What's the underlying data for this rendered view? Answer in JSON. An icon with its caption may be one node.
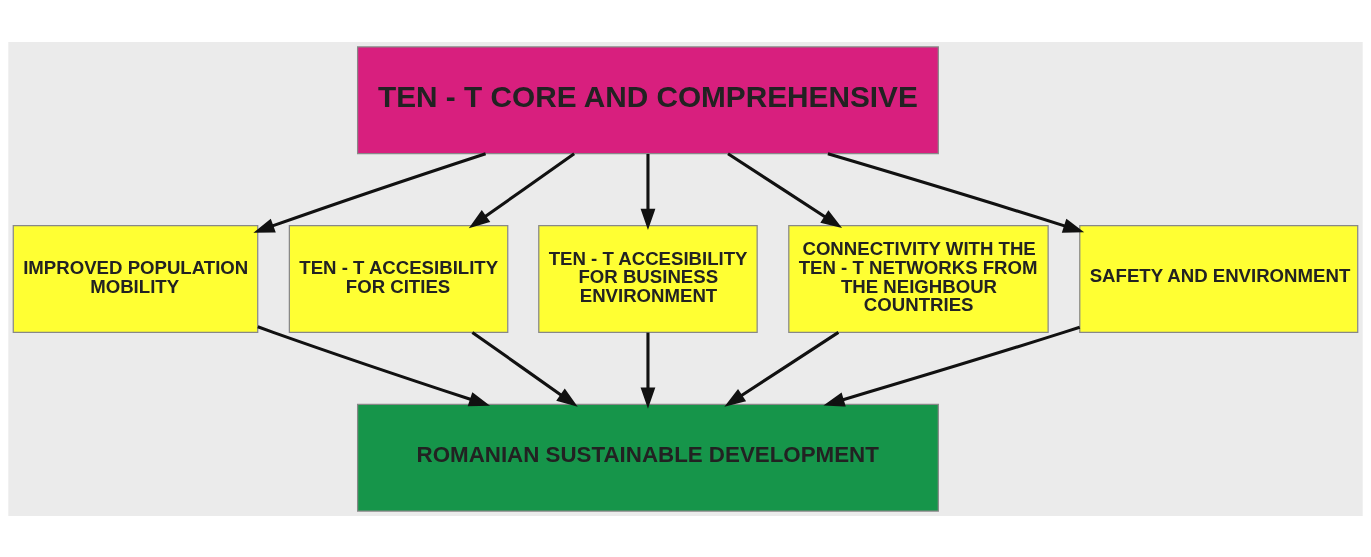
{
  "diagram": {
    "nodes": [
      {
        "text": [
          "TEN - T CORE AND COMPREHENSIVE"
        ]
      },
      {
        "text": [
          "IMPROVED POPULATION MOBILITY"
        ]
      },
      {
        "text": [
          "TEN - T ACCESIBILITY FOR CITIES"
        ]
      },
      {
        "text": [
          "TEN - T ACCESIBILITY FOR BUSINESS ENVIRONMENT"
        ]
      },
      {
        "text": [
          "CONNECTIVITY WITH THE TEN - T NETWORKS FROM THE NEIGHBOUR COUNTRIES"
        ]
      },
      {
        "text": [
          "SAFETY AND ENVIRONMENT"
        ]
      },
      {
        "text": [
          "ROMANIAN SUSTAINABLE DEVELOPMENT"
        ]
      }
    ],
    "edges": [
      {
        "from": 0,
        "to": 1,
        "arrow": "to"
      },
      {
        "from": 0,
        "to": 2,
        "arrow": "to"
      },
      {
        "from": 0,
        "to": 3,
        "arrow": "to"
      },
      {
        "from": 0,
        "to": 4,
        "arrow": "to"
      },
      {
        "from": 0,
        "to": 5,
        "arrow": "to"
      },
      {
        "from": 1,
        "to": 6,
        "arrow": "to"
      },
      {
        "from": 2,
        "to": 6,
        "arrow": "to"
      },
      {
        "from": 3,
        "to": 6,
        "arrow": "to"
      },
      {
        "from": 4,
        "to": 6,
        "arrow": "to"
      },
      {
        "from": 5,
        "to": 6,
        "arrow": "to"
      }
    ]
  }
}
